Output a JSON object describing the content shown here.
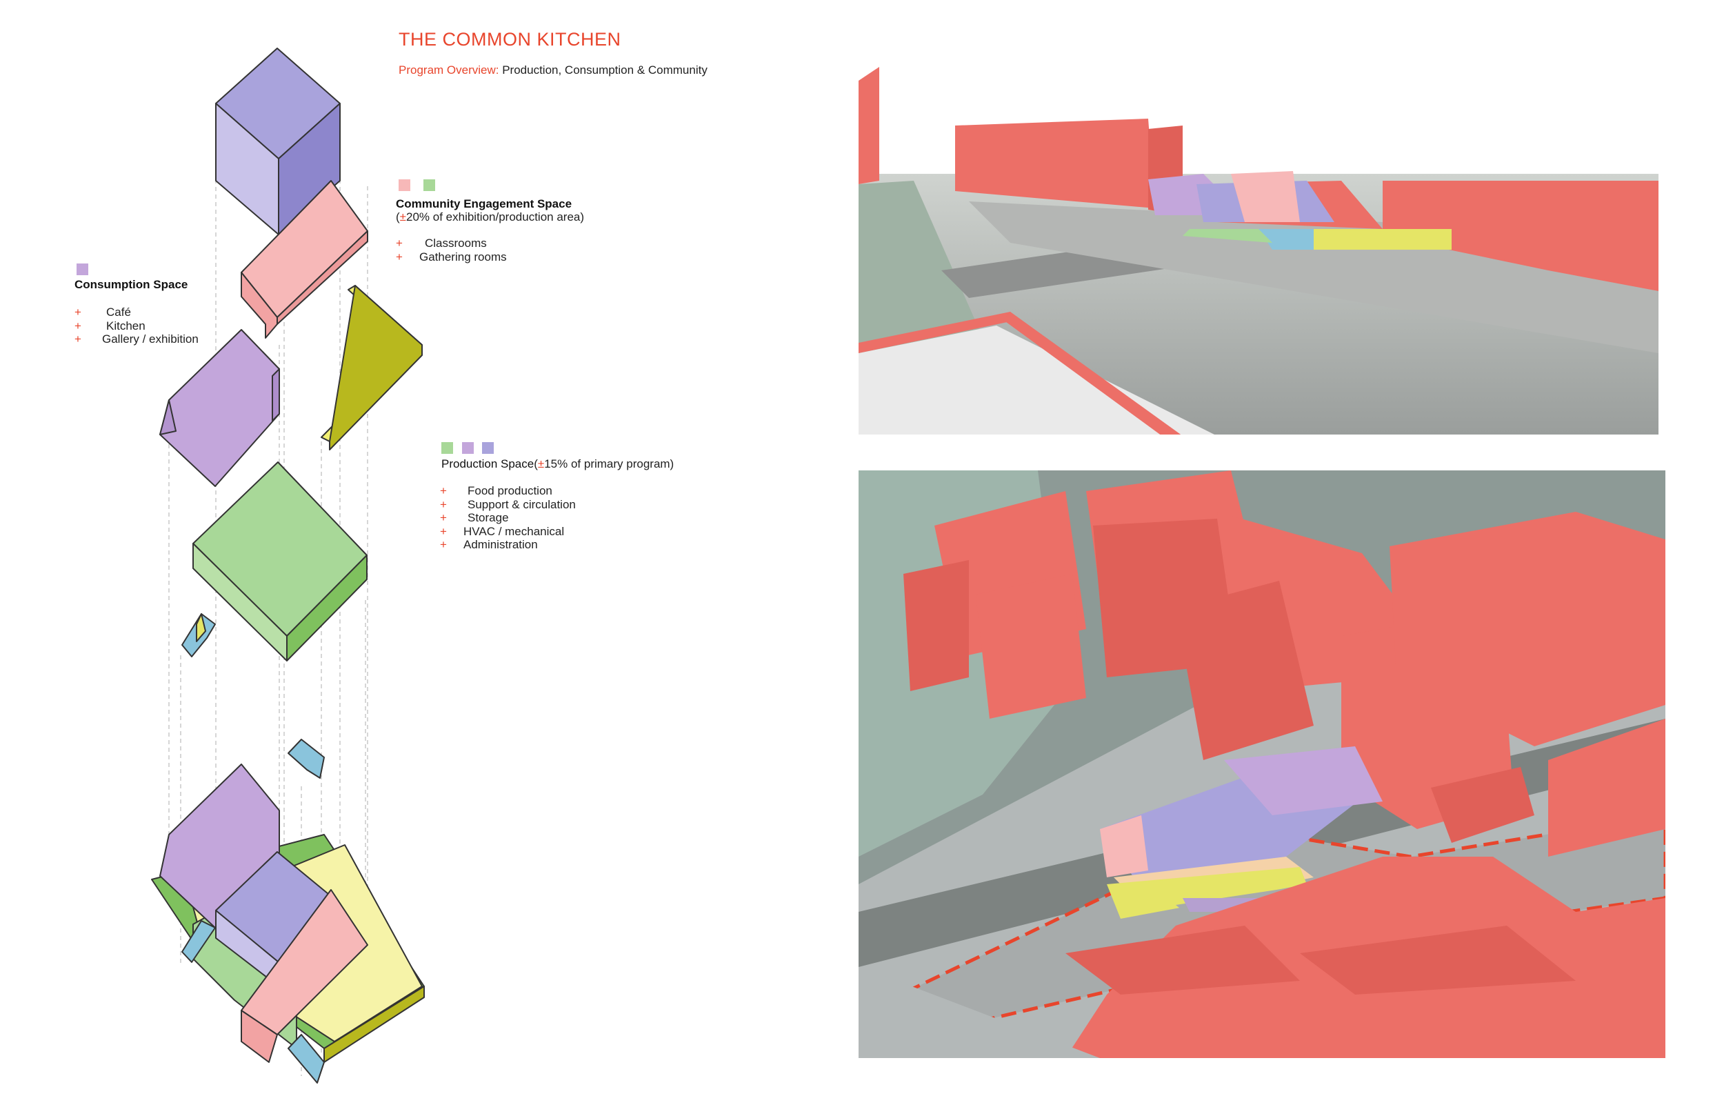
{
  "header": {
    "title": "THE COMMON KITCHEN",
    "subtitle_lead": "Program Overview:",
    "subtitle_rest": " Production, Consumption & Community"
  },
  "community": {
    "heading": "Community Engagement Space",
    "note_pre": "(",
    "note_pm": "±",
    "note_post": "20% of exhibition/production area)",
    "items": [
      "Classrooms",
      "Gathering rooms"
    ]
  },
  "consumption": {
    "heading": "Consumption Space",
    "items": [
      "Café",
      "Kitchen",
      "Gallery / exhibition"
    ]
  },
  "production": {
    "heading": "Production Space",
    "note_pre": "(",
    "note_pm": "±",
    "note_post": "15% of primary program)",
    "items": [
      "Food production",
      "Support & circulation",
      "Storage",
      "HVAC / mechanical",
      "Administration"
    ]
  },
  "bullet": "+",
  "colors": {
    "accent": "#e8452c",
    "community_pink": "#f7b8b8",
    "production_green": "#a8d898",
    "consumption_lilac": "#c3a6db",
    "production_blue_violet": "#a9a3dc",
    "context_red": "#ec6f67",
    "circulation_yellow": "#e5e566",
    "service_blue": "#8ac4dc"
  }
}
